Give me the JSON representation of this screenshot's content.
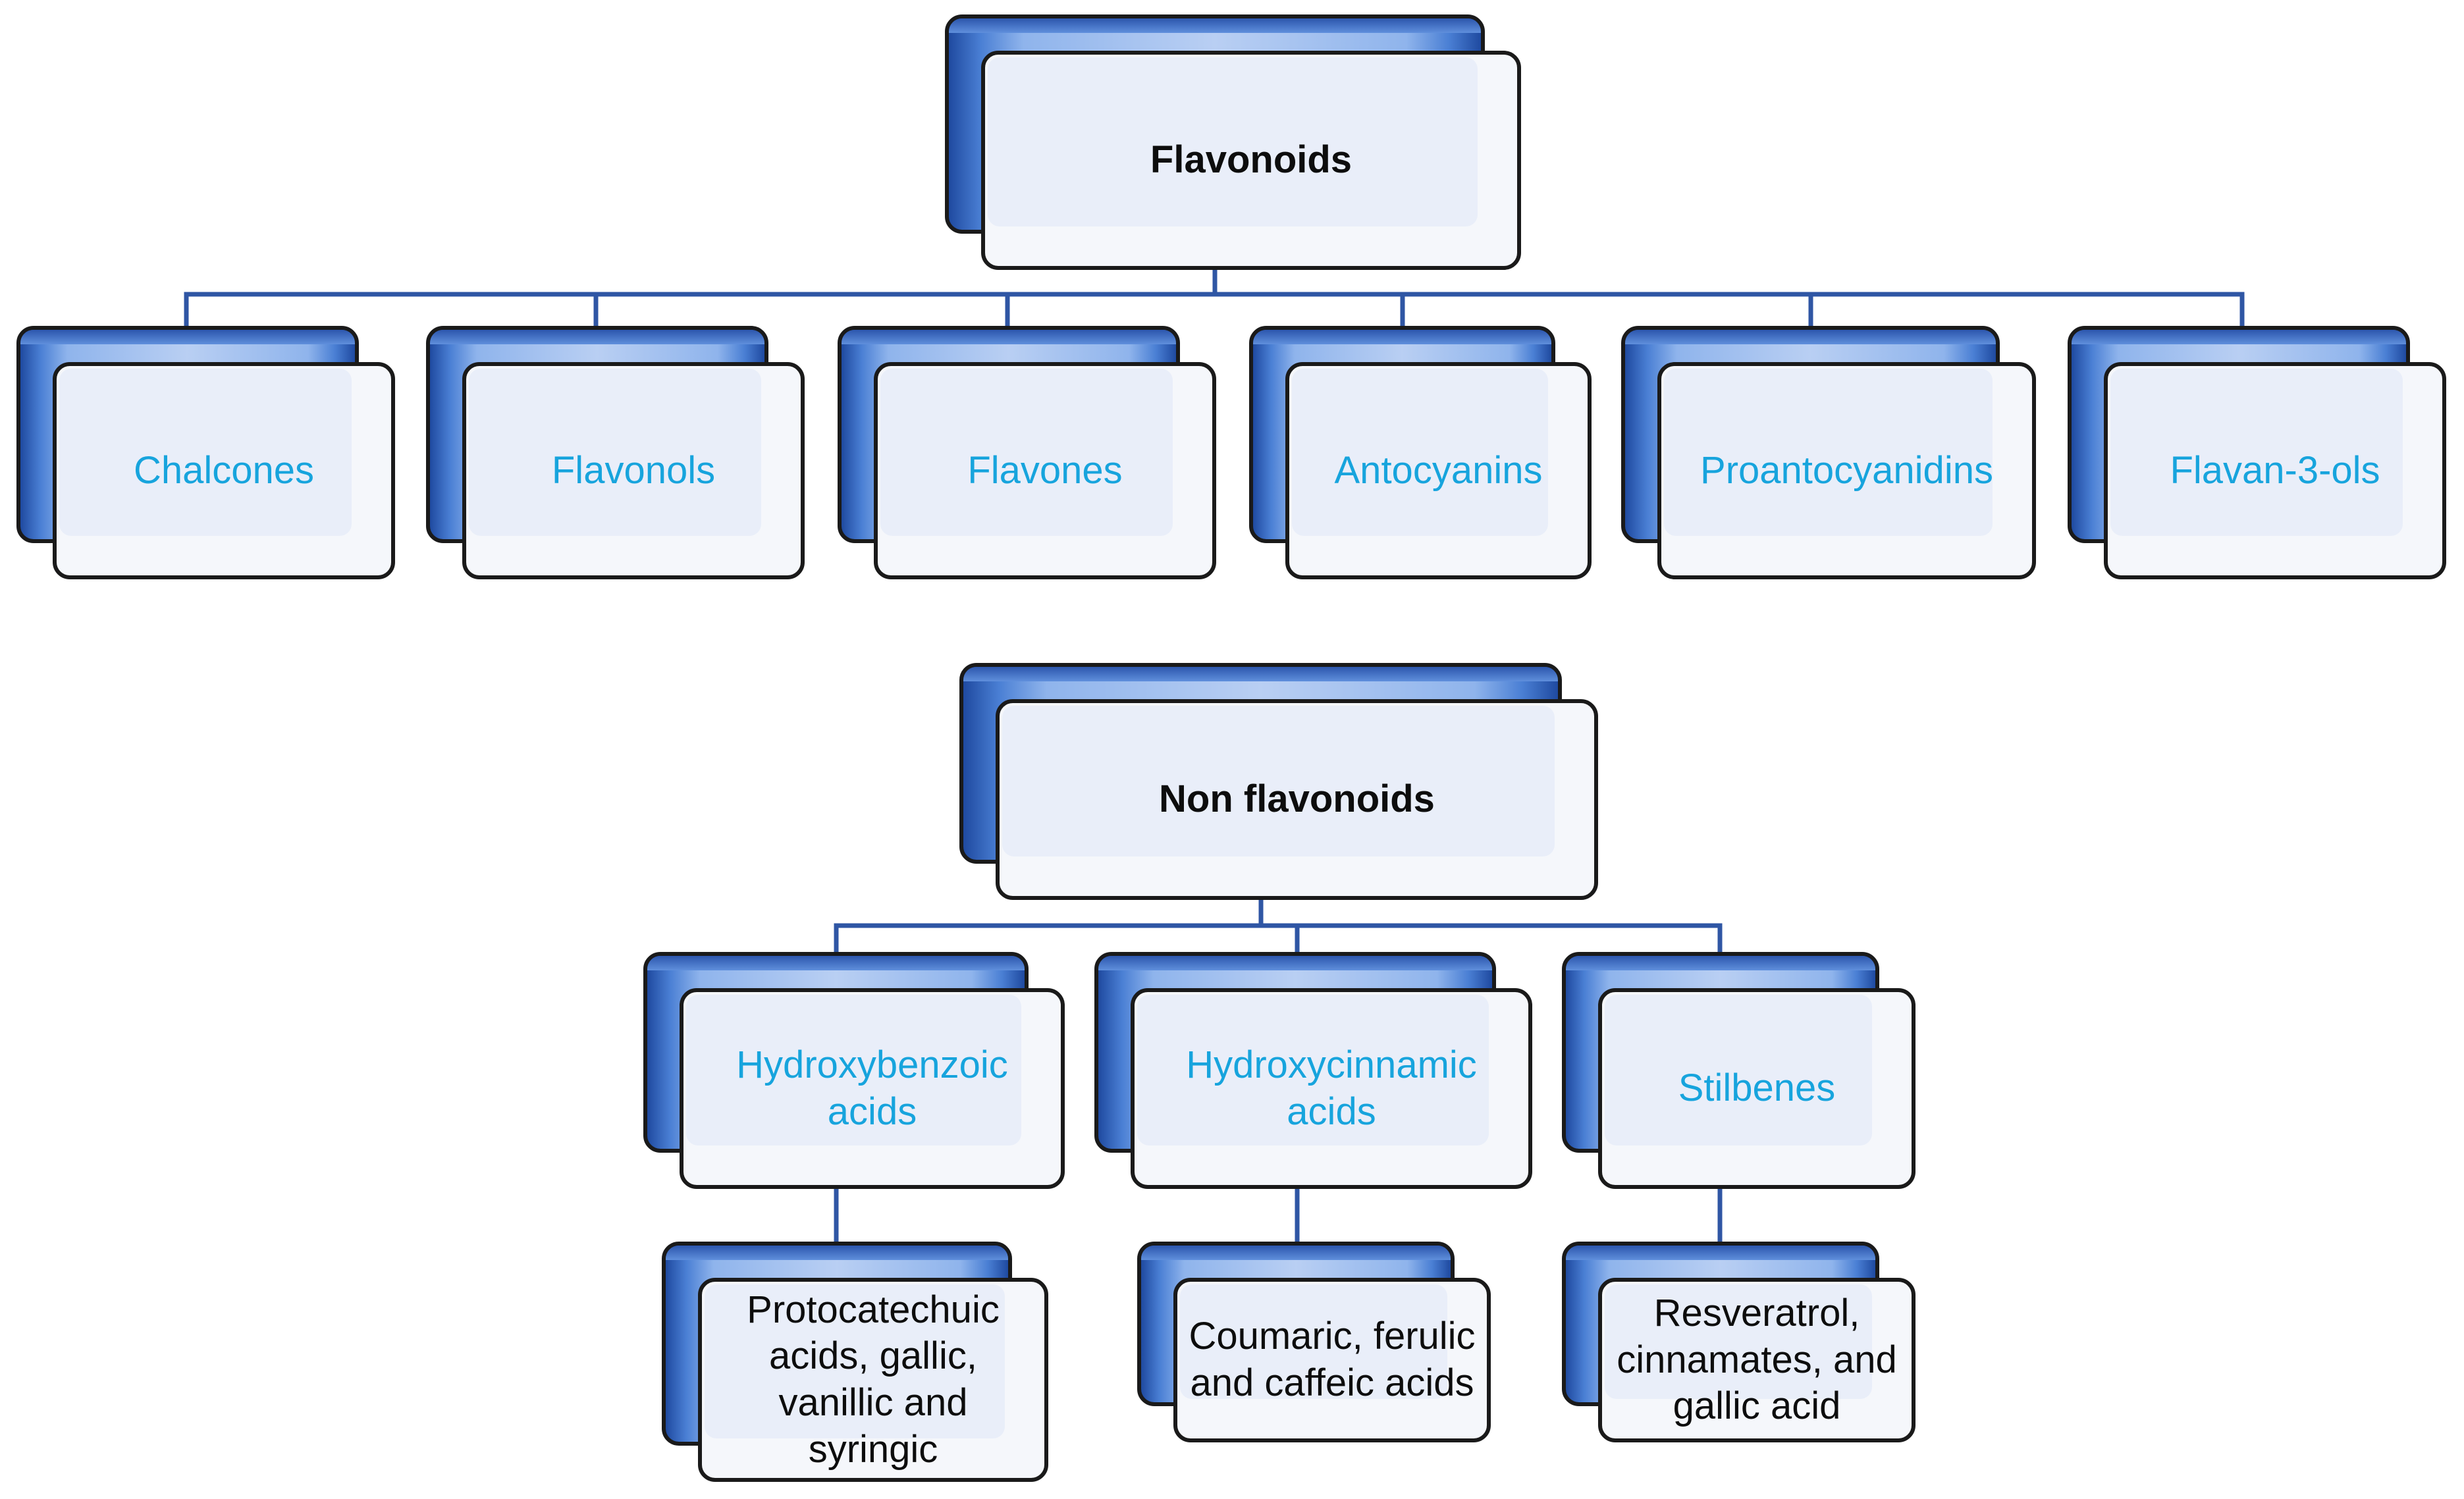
{
  "diagram": {
    "colors": {
      "connector": "#2f56a4",
      "category_text": "#17a4dd",
      "root_text": "#0d0d0d",
      "leaf_text": "#0d0d0d",
      "box_border": "#1a1a1a",
      "box_face": "#f5f7fb",
      "box_shadow_blue": "#4a7fd4"
    },
    "flavonoids": {
      "title": "Flavonoids",
      "children": [
        {
          "label": "Chalcones"
        },
        {
          "label": "Flavonols"
        },
        {
          "label": "Flavones"
        },
        {
          "label": "Antocyanins"
        },
        {
          "label": "Proantocyanidins"
        },
        {
          "label": "Flavan-3-ols"
        }
      ]
    },
    "non_flavonoids": {
      "title": "Non flavonoids",
      "children": [
        {
          "label": "Hydroxybenzoic acids",
          "example": "Protocatechuic acids, gallic, vanillic and syringic"
        },
        {
          "label": "Hydroxycinnamic acids",
          "example": "Coumaric, ferulic and caffeic acids"
        },
        {
          "label": "Stilbenes",
          "example": "Resveratrol, cinnamates, and gallic acid"
        }
      ]
    }
  }
}
